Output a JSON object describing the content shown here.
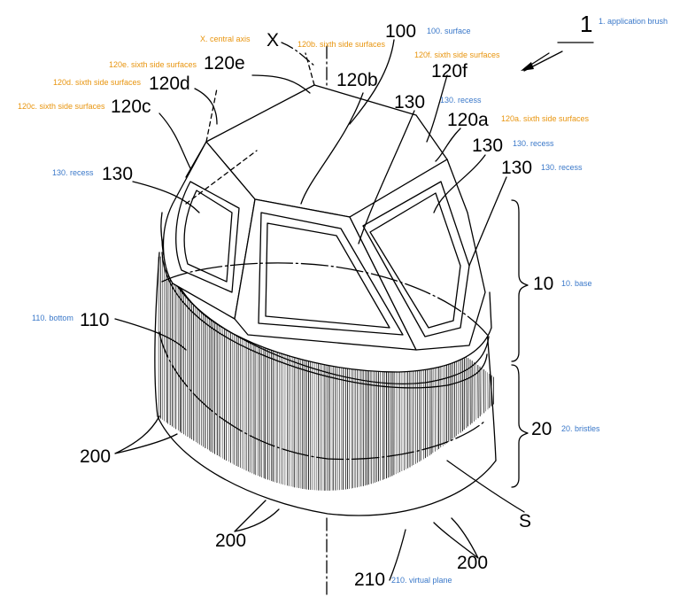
{
  "colors": {
    "line": "#000000",
    "annotation_orange": "#e8950f",
    "annotation_blue": "#3a78c9",
    "background": "#ffffff"
  },
  "labels": {
    "n1": "1",
    "n100": "100",
    "nX": "X",
    "n120b": "120b",
    "n120e": "120e",
    "n120d": "120d",
    "n120c": "120c",
    "n120f": "120f",
    "n120a": "120a",
    "n130_top": "130",
    "n130_right1": "130",
    "n130_right2": "130",
    "n130_left": "130",
    "n10": "10",
    "n20": "20",
    "n110": "110",
    "n200_left": "200",
    "n200_bottom_left": "200",
    "n200_bottom_right": "200",
    "n210": "210",
    "nS": "S"
  },
  "annotations": {
    "a1": "1. application brush",
    "a100": "100. surface",
    "aX": "X. central axis",
    "a120b": "120b. sixth side surfaces",
    "a120e": "120e. sixth side surfaces",
    "a120f": "120f. sixth side surfaces",
    "a120d": "120d. sixth side surfaces",
    "a120c": "120c. sixth side surfaces",
    "a120a": "120a. sixth side surfaces",
    "a130_top": "130. recess",
    "a130_right1": "130. recess",
    "a130_right2": "130. recess",
    "a130_left": "130. recess",
    "a10": "10. base",
    "a20": "20. bristles",
    "a110": "110. bottom",
    "a210": "210. virtual plane"
  }
}
